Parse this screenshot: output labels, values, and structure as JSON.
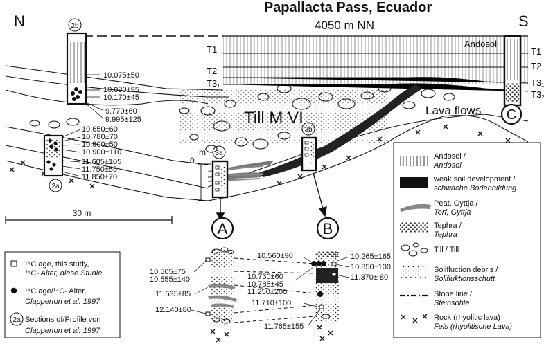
{
  "title": "Papallacta Pass, Ecuador",
  "elevation": "4050 m NN",
  "compass": {
    "north": "N",
    "south": "S"
  },
  "units": {
    "lava": "Lava flows",
    "till": "Till M VI",
    "andosol_label": "Andosol"
  },
  "tephra_layers": {
    "left": [
      "T1",
      "T2",
      "T3₁"
    ],
    "right": [
      "T1",
      "T2",
      "T3₁",
      "T3₂"
    ]
  },
  "sections": {
    "s2b": "2b",
    "s2a": "2a",
    "s3a": "3a",
    "s3b": "3b",
    "colA": "A",
    "colB": "B",
    "colC": "C"
  },
  "scale": {
    "label": "30 m",
    "depth_zero": "0",
    "depth_unit": "m"
  },
  "dates": {
    "s2b": [
      "10.075±50",
      "10.080±95",
      "10.170±45",
      "9.770±60",
      "9.995±125"
    ],
    "s2a": [
      "10.650±60",
      "10.780±70",
      "10.900±50",
      "10.900±110",
      "11.605±105",
      "11.750±55",
      "11.850±70"
    ],
    "colA": [
      "10.505±75",
      "10.555±140",
      "11.535±85",
      "12.140±80"
    ],
    "mid": [
      "10.560±90",
      "10.730±60",
      "10.785±45",
      "11.250±200",
      "11.710±100",
      "11.765±155"
    ],
    "colB": [
      "10.265±165",
      "10.850±100",
      "11.370± 80"
    ]
  },
  "key": {
    "items": [
      {
        "symbol": "square",
        "line1": "¹⁴C age, this study,",
        "line2": "¹⁴C- Alter, diese Studie"
      },
      {
        "symbol": "dot",
        "line1": "¹⁴C age/¹⁴C- Alter,",
        "line2": "Clapperton et al. 1997"
      },
      {
        "symbol": "circle",
        "code": "2a",
        "line1": "Sections of/Profile von",
        "line2": "Clapperton et al. 1997"
      }
    ]
  },
  "legend": {
    "items": [
      {
        "en": "Andosol /",
        "de": "Andosol"
      },
      {
        "en": "weak soil development /",
        "de": "schwache Bodenbildung"
      },
      {
        "en": "Peat, Gyttja /",
        "de": "Torf, Gyttja"
      },
      {
        "en": "Tephra /",
        "de": "Tephra"
      },
      {
        "en": "Till / Till",
        "de": ""
      },
      {
        "en": "Solifluction debris /",
        "de": "Solifluktionsschutt"
      },
      {
        "en": "Stone line /",
        "de": "Steinsohle"
      },
      {
        "en": "Rock (rhyolitic lava)",
        "de": "Fels (rhyolitische Lava)"
      }
    ]
  },
  "colors": {
    "ink": "#111111",
    "soil": "#222222",
    "peat": "#777777"
  }
}
